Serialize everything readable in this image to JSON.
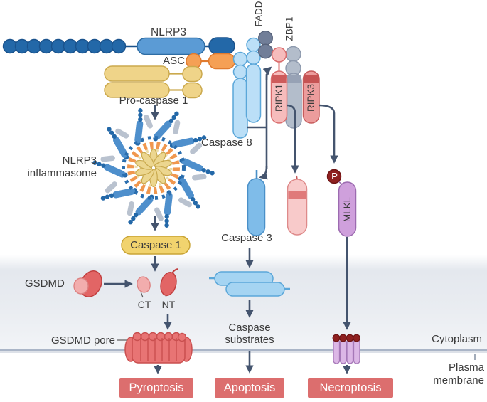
{
  "labels": {
    "nlrp3": "NLRP3",
    "asc": "ASC",
    "pro_caspase_1": "Pro-caspase 1",
    "fadd": "FADD",
    "zbp1": "ZBP1",
    "ripk1": "RIPK1",
    "ripk3": "RIPK3",
    "caspase_8": "Caspase 8",
    "nlrp3_inflammasome_line1": "NLRP3",
    "nlrp3_inflammasome_line2": "inflammasome",
    "caspase_1": "Caspase 1",
    "caspase_3": "Caspase 3",
    "mlkl": "MLKL",
    "phospho": "P",
    "gsdmd": "GSDMD",
    "ct": "CT",
    "nt": "NT",
    "gsdmd_pore": "GSDMD pore",
    "caspase_substrates_line1": "Caspase",
    "caspase_substrates_line2": "substrates",
    "cytoplasm": "Cytoplasm",
    "plasma_membrane_line1": "Plasma",
    "plasma_membrane_line2": "membrane"
  },
  "outcomes": [
    {
      "label": "Pyroptosis"
    },
    {
      "label": "Apoptosis"
    },
    {
      "label": "Necroptosis"
    }
  ],
  "colors": {
    "outcome_box": "#DC6E6E",
    "arrow": "#44546E",
    "membrane": "#AAB5C7",
    "cytoplasm": "#E7EAEF",
    "nlrp3_blue": "#5B9BD5",
    "dark_blue": "#2368A8",
    "asc_orange": "#F5A055",
    "caspase_yellow": "#EFD489",
    "caspase8_light_blue": "#BBDFF7",
    "ripk1_pink": "#F6BCBC",
    "ripk3_red": "#EC9C9C",
    "zbp1_gray": "#B3BDCB",
    "fadd_gray": "#717E98",
    "mlkl_purple": "#CFA0DC",
    "phospho_red": "#8E2020",
    "gsdmd_red": "#E26565"
  }
}
